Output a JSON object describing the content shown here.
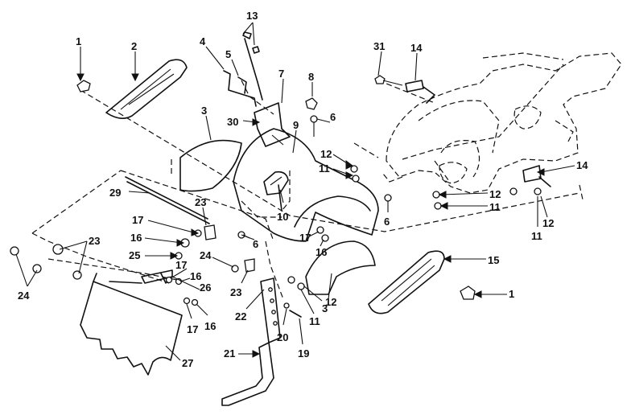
{
  "callouts": {
    "c1a": "1",
    "c1b": "1",
    "c2": "2",
    "c3a": "3",
    "c3b": "3",
    "c4": "4",
    "c5": "5",
    "c6a": "6",
    "c6b": "6",
    "c6c": "6",
    "c7": "7",
    "c8": "8",
    "c9": "9",
    "c10": "10",
    "c11a": "11",
    "c11b": "11",
    "c11c": "11",
    "c11d": "11",
    "c12a": "12",
    "c12b": "12",
    "c12c": "12",
    "c12d": "12",
    "c13": "13",
    "c14a": "14",
    "c14b": "14",
    "c15": "15",
    "c16a": "16",
    "c16b": "16",
    "c16c": "16",
    "c16d": "16",
    "c17a": "17",
    "c17b": "17",
    "c17c": "17",
    "c17d": "17",
    "c19": "19",
    "c20": "20",
    "c21": "21",
    "c22": "22",
    "c23a": "23",
    "c23b": "23",
    "c23c": "23",
    "c24a": "24",
    "c24b": "24",
    "c25": "25",
    "c26": "26",
    "c27": "27",
    "c29": "29",
    "c30": "30",
    "c31": "31"
  },
  "colors": {
    "ink": "#111111",
    "paper": "#ffffff"
  }
}
